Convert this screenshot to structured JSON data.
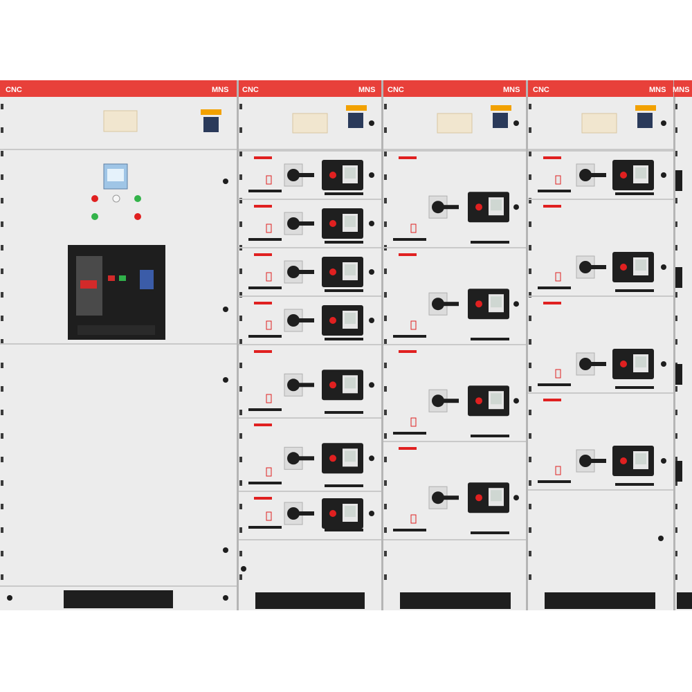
{
  "scene": "switchgear-cabinets",
  "colors": {
    "header_red": "#e8403a",
    "panel": "#ececec",
    "panel_light": "#f4f4f4",
    "seam": "#c9c9c9",
    "dark": "#1e1e1e",
    "accent_red": "#e02020",
    "meter_screen": "#cfd7d2"
  },
  "cabinets": [
    {
      "left_label": "CNC",
      "right_label": "MNS"
    },
    {
      "left_label": "CNC",
      "right_label": "MNS"
    },
    {
      "left_label": "CNC",
      "right_label": "MNS"
    },
    {
      "left_label": "CNC",
      "right_label": "MNS"
    }
  ],
  "edge_label": "MNS"
}
